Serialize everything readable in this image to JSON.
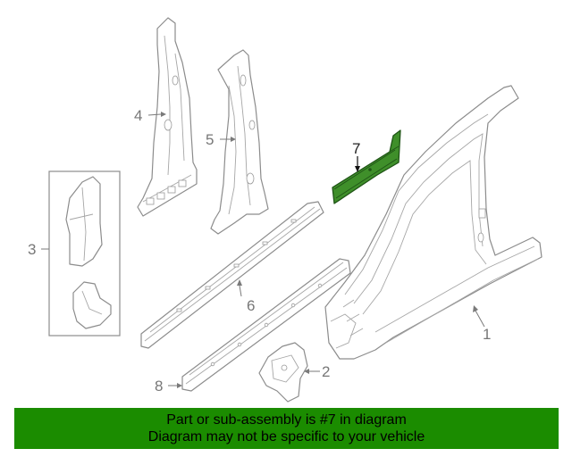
{
  "callouts": {
    "c1": "1",
    "c2": "2",
    "c3": "3",
    "c4": "4",
    "c5": "5",
    "c6": "6",
    "c7": "7",
    "c8": "8"
  },
  "banner": {
    "line1": "Part or sub-assembly is #7 in diagram",
    "line2": "Diagram may not be specific to your vehicle"
  },
  "colors": {
    "highlight": "#3f8f2a",
    "banner": "#1b8c00",
    "line": "#8c8c8c"
  }
}
